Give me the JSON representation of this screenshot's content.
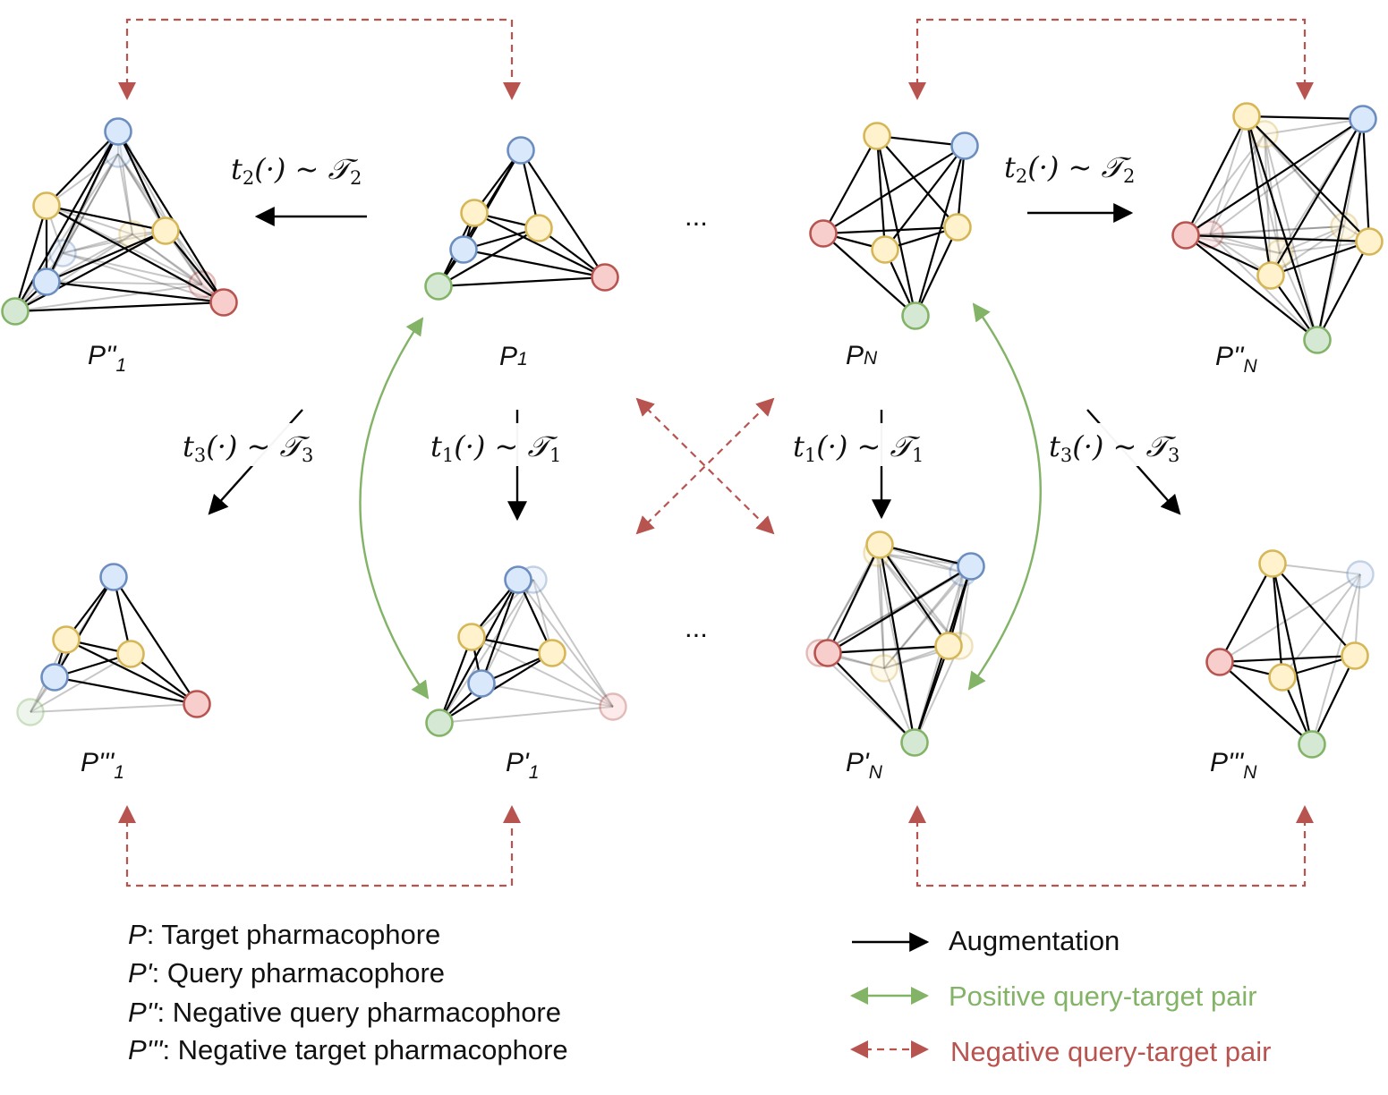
{
  "colors": {
    "yellow_fill": "#fff2cc",
    "yellow_stroke": "#d6b656",
    "blue_fill": "#dae8fc",
    "blue_stroke": "#6c8ebf",
    "red_fill": "#f8cecc",
    "red_stroke": "#b85450",
    "green_fill": "#d5e8d4",
    "green_stroke": "#82b366",
    "augmentation": "#000000",
    "positive": "#82b366",
    "negative": "#b85450"
  },
  "graph_labels": {
    "p1": "P",
    "p1_sub": "1",
    "pn": "P",
    "pn_sub": "N",
    "p2_1": "P''",
    "p2_1_sub": "1",
    "p2_n": "P''",
    "p2_n_sub": "N",
    "q1": "P'",
    "q1_sub": "1",
    "qn": "P'",
    "qn_sub": "N",
    "p3_1": "P'''",
    "p3_1_sub": "1",
    "p3_n": "P'''",
    "p3_n_sub": "N"
  },
  "ellipsis": "...",
  "transforms": {
    "t2_left": {
      "t": "t",
      "sub": "2",
      "mid": "(·) ~ ",
      "set": "𝒯",
      "set_sub": "2"
    },
    "t2_right": {
      "t": "t",
      "sub": "2",
      "mid": "(·) ~ ",
      "set": "𝒯",
      "set_sub": "2"
    },
    "t3_left": {
      "t": "t",
      "sub": "3",
      "mid": "(·) ~ ",
      "set": "𝒯",
      "set_sub": "3"
    },
    "t1_left": {
      "t": "t",
      "sub": "1",
      "mid": "(·) ~ ",
      "set": "𝒯",
      "set_sub": "1"
    },
    "t1_right": {
      "t": "t",
      "sub": "1",
      "mid": "(·) ~ ",
      "set": "𝒯",
      "set_sub": "1"
    },
    "t3_right": {
      "t": "t",
      "sub": "3",
      "mid": "(·) ~ ",
      "set": "𝒯",
      "set_sub": "3"
    }
  },
  "legend_defs": [
    {
      "sym": "P",
      "text": ": Target pharmacophore"
    },
    {
      "sym": "P'",
      "text": ": Query pharmacophore"
    },
    {
      "sym": "P''",
      "text": ": Negative query pharmacophore"
    },
    {
      "sym": "P'''",
      "text": ": Negative target pharmacophore"
    }
  ],
  "legend_arrows": {
    "augmentation": "Augmentation",
    "positive": "Positive query-target pair",
    "negative": "Negative query-target pair"
  }
}
